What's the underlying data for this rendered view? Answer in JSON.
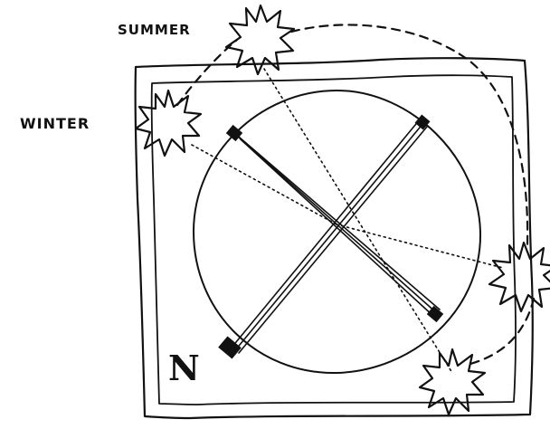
{
  "labels": {
    "summer": "SUMMER",
    "winter": "WINTER",
    "north": "N"
  },
  "colors": {
    "ink": "#111111",
    "background": "#ffffff"
  },
  "icons": {
    "sun": "sun-icon"
  }
}
